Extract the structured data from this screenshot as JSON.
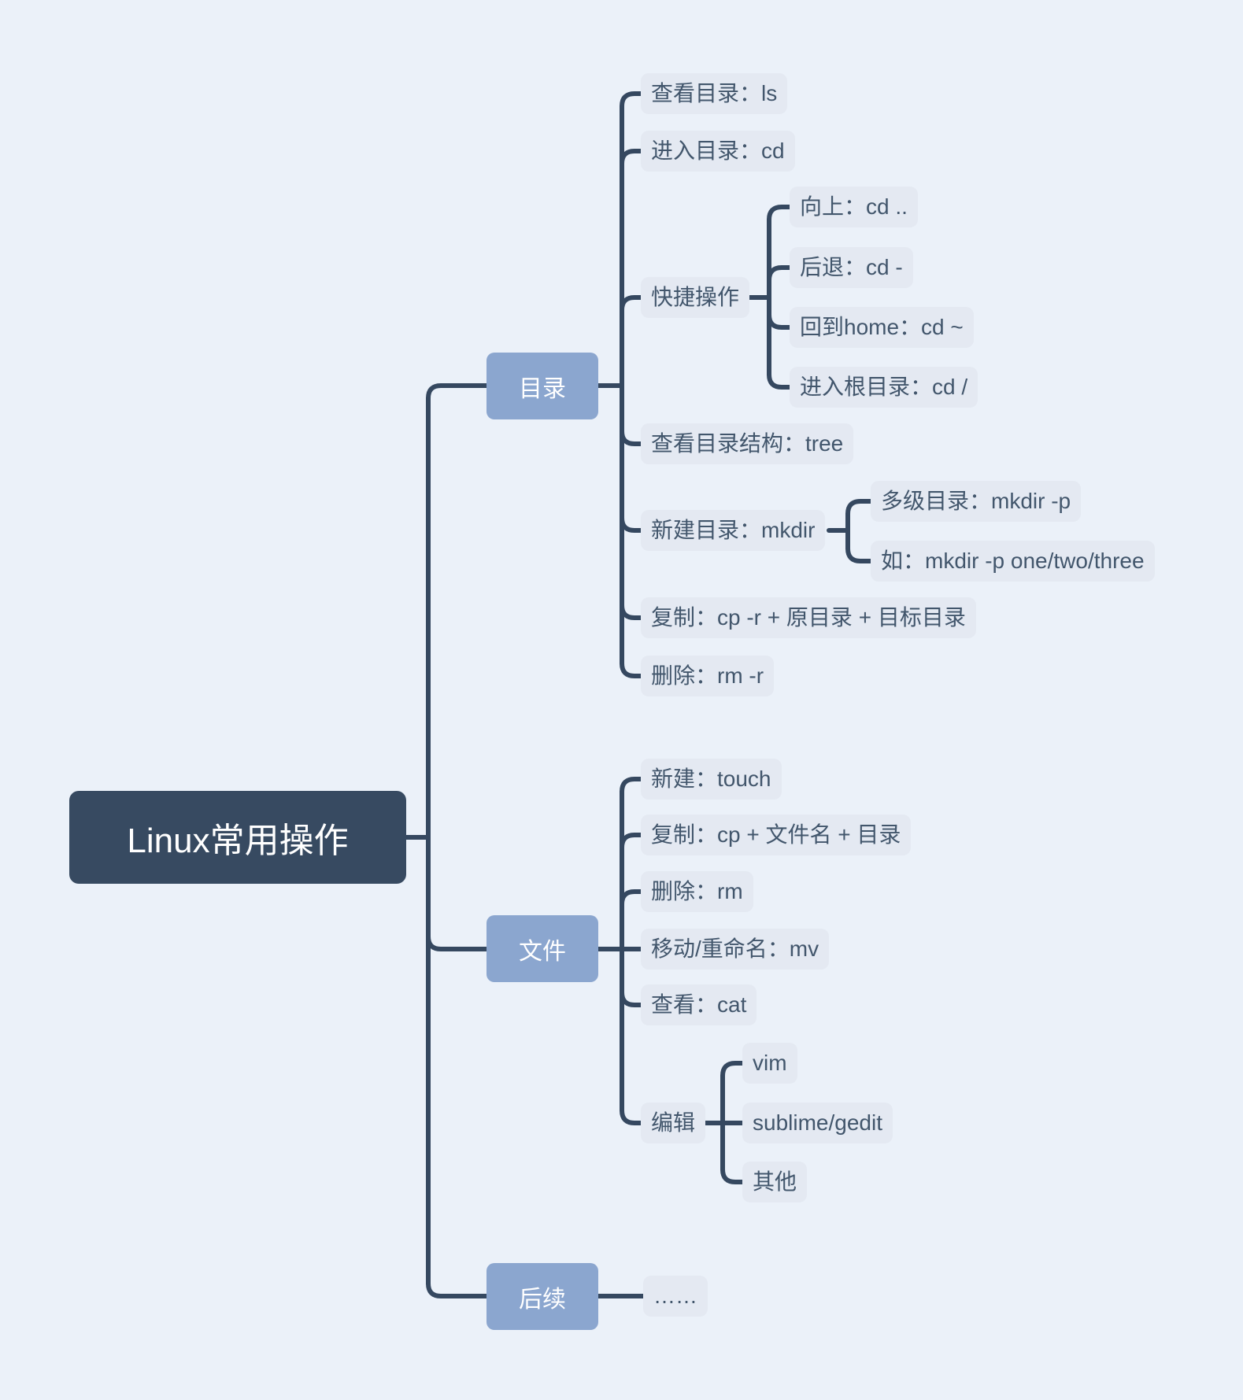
{
  "canvas": {
    "background": "#ebf1f9",
    "connector_color": "#354860"
  },
  "root_node": {
    "label": "Linux常用操作",
    "bg": "#374a61",
    "text": "#ffffff"
  },
  "branch_style": {
    "bg": "#8ba6cf",
    "text": "#ffffff"
  },
  "leaf_style": {
    "bg": "#e4e9f2",
    "text": "#42566c"
  },
  "branches": [
    {
      "label": "目录",
      "children": [
        {
          "label": "查看目录：ls"
        },
        {
          "label": "进入目录：cd"
        },
        {
          "label": "快捷操作",
          "children": [
            {
              "label": "向上：cd .."
            },
            {
              "label": "后退：cd -"
            },
            {
              "label": "回到home：cd ~"
            },
            {
              "label": "进入根目录：cd /"
            }
          ]
        },
        {
          "label": "查看目录结构：tree"
        },
        {
          "label": "新建目录：mkdir",
          "children": [
            {
              "label": "多级目录：mkdir -p"
            },
            {
              "label": "如：mkdir -p one/two/three"
            }
          ]
        },
        {
          "label": "复制：cp -r + 原目录 + 目标目录"
        },
        {
          "label": "删除：rm -r"
        }
      ]
    },
    {
      "label": "文件",
      "children": [
        {
          "label": "新建：touch"
        },
        {
          "label": "复制：cp + 文件名 + 目录"
        },
        {
          "label": "删除：rm"
        },
        {
          "label": "移动/重命名：mv"
        },
        {
          "label": "查看：cat"
        },
        {
          "label": "编辑",
          "children": [
            {
              "label": "vim"
            },
            {
              "label": "sublime/gedit"
            },
            {
              "label": "其他"
            }
          ]
        }
      ]
    },
    {
      "label": "后续",
      "children": [
        {
          "label": "……"
        }
      ]
    }
  ]
}
